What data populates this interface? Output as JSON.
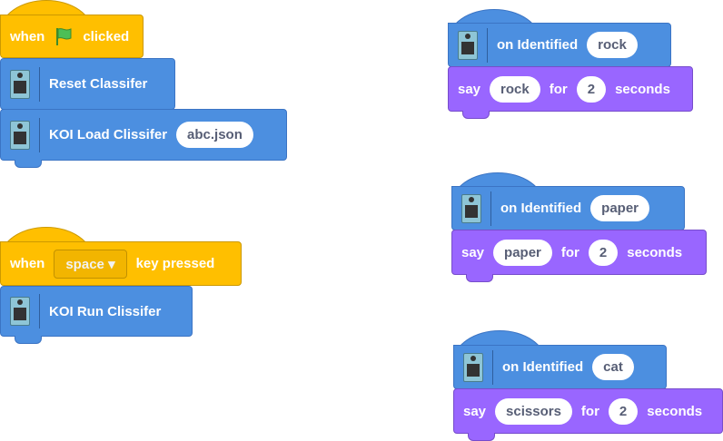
{
  "script1": {
    "hat": {
      "when": "when",
      "clicked": "clicked"
    },
    "reset": "Reset Classifer",
    "load": {
      "label": "KOI Load Clissifer",
      "value": "abc.json"
    }
  },
  "script2": {
    "hat": {
      "when": "when",
      "key": "space",
      "key_pressed": "key pressed"
    },
    "run": "KOI Run Clissifer"
  },
  "handlers": [
    {
      "label": "on Identified",
      "value": "rock",
      "say": "say",
      "say_value": "rock",
      "for": "for",
      "secs": "2",
      "seconds": "seconds"
    },
    {
      "label": "on Identified",
      "value": "paper",
      "say": "say",
      "say_value": "paper",
      "for": "for",
      "secs": "2",
      "seconds": "seconds"
    },
    {
      "label": "on Identified",
      "value": "cat",
      "say": "say",
      "say_value": "scissors",
      "for": "for",
      "secs": "2",
      "seconds": "seconds"
    }
  ],
  "colors": {
    "events": "#FFBF00",
    "extension": "#4C8FE0",
    "looks": "#9966FF"
  }
}
